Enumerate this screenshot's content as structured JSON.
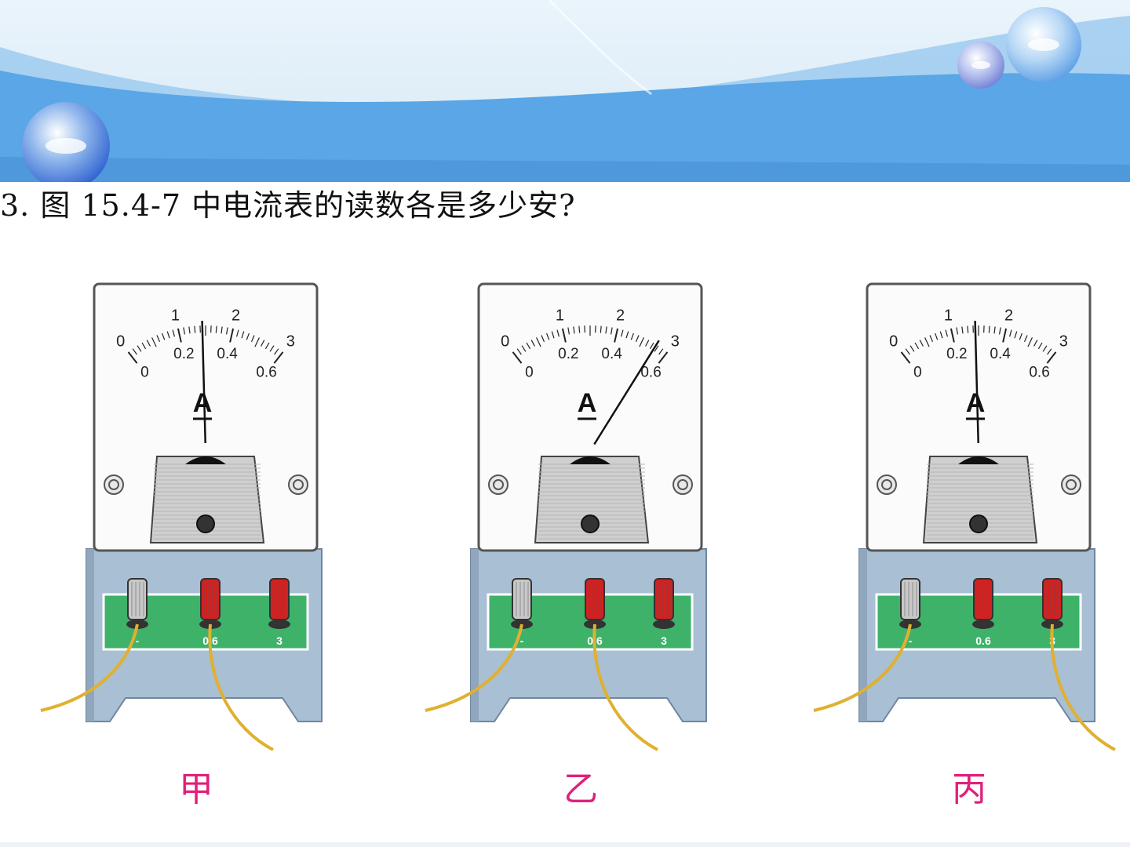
{
  "question": {
    "text": "3.  图 15.4-7 中电流表的读数各是多少安?"
  },
  "scale": {
    "upper_ticks": [
      "0",
      "1",
      "2",
      "3"
    ],
    "lower_ticks": [
      "0",
      "0.2",
      "0.4",
      "0.6"
    ],
    "unit": "A"
  },
  "terminals": [
    "-",
    "0.6",
    "3"
  ],
  "meters": [
    {
      "caption": "甲",
      "connected_terminal": "0.6",
      "needle_fraction": 0.48
    },
    {
      "caption": "乙",
      "connected_terminal": "0.6",
      "needle_fraction": 0.92
    },
    {
      "caption": "丙",
      "connected_terminal": "3",
      "needle_fraction": 0.48
    }
  ],
  "colors": {
    "banner_blue": "#5aa6e6",
    "caption": "#e0207a",
    "terminal_negative": "#c8c8c8",
    "terminal_positive": "#d42020",
    "panel_green": "#3fb26a",
    "wire": "#e0b030"
  }
}
